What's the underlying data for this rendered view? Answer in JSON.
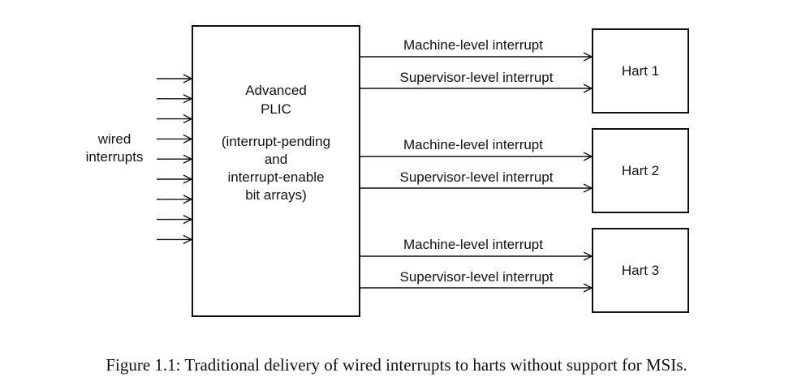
{
  "plic": {
    "lines": [
      "Advanced",
      "PLIC",
      "",
      "(interrupt-pending",
      "and",
      "interrupt-enable",
      "bit arrays)"
    ]
  },
  "wired": {
    "label_lines": [
      "wired",
      "interrupts"
    ],
    "count": 9
  },
  "harts": [
    {
      "name": "Hart 1",
      "machine_label": "Machine-level interrupt",
      "supervisor_label": "Supervisor-level interrupt"
    },
    {
      "name": "Hart 2",
      "machine_label": "Machine-level interrupt",
      "supervisor_label": "Supervisor-level interrupt"
    },
    {
      "name": "Hart 3",
      "machine_label": "Machine-level interrupt",
      "supervisor_label": "Supervisor-level interrupt"
    }
  ],
  "caption": "Figure 1.1: Traditional delivery of wired interrupts to harts without support for MSIs."
}
